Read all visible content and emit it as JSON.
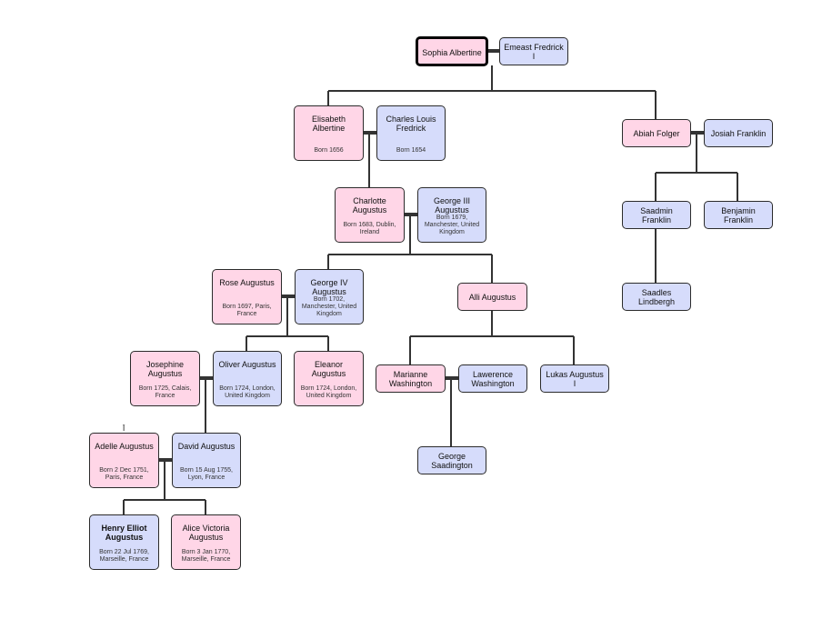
{
  "persons": [
    {
      "id": "sophia",
      "name": "Sophia Albertine",
      "birth": "",
      "gender": "f"
    },
    {
      "id": "ernest",
      "name": "Emeast Fredrick I",
      "birth": "",
      "gender": "m"
    },
    {
      "id": "elisabeth",
      "name": "Elisabeth Albertine",
      "birth": "Born 1656",
      "gender": "f"
    },
    {
      "id": "charles",
      "name": "Charles Louis Fredrick",
      "birth": "Born 1654",
      "gender": "m"
    },
    {
      "id": "abiah",
      "name": "Abiah Folger",
      "birth": "",
      "gender": "f"
    },
    {
      "id": "josiah",
      "name": "Josiah Franklin",
      "birth": "",
      "gender": "m"
    },
    {
      "id": "charlotte",
      "name": "Charlotte Augustus",
      "birth": "Born 1683, Dublin, Ireland",
      "gender": "f"
    },
    {
      "id": "george3",
      "name": "George III Augustus",
      "birth": "Born 1679, Manchester, United Kingdom",
      "gender": "m"
    },
    {
      "id": "saadmin",
      "name": "Saadmin Franklin",
      "birth": "",
      "gender": "m"
    },
    {
      "id": "benjamin",
      "name": "Benjamin Franklin",
      "birth": "",
      "gender": "m"
    },
    {
      "id": "rose",
      "name": "Rose Augustus",
      "birth": "Born 1697, Paris, France",
      "gender": "f"
    },
    {
      "id": "george4",
      "name": "George IV Augustus",
      "birth": "Born 1702, Manchester, United Kingdom",
      "gender": "m"
    },
    {
      "id": "alli",
      "name": "Alli Augustus",
      "birth": "",
      "gender": "f"
    },
    {
      "id": "saadles",
      "name": "Saadles Lindbergh",
      "birth": "",
      "gender": "m"
    },
    {
      "id": "josephine",
      "name": "Josephine Augustus",
      "birth": "Born 1725, Calais, France",
      "gender": "f"
    },
    {
      "id": "oliver",
      "name": "Oliver Augustus",
      "birth": "Born 1724, London, United Kingdom",
      "gender": "m"
    },
    {
      "id": "eleanor",
      "name": "Eleanor Augustus",
      "birth": "Born 1724, London, United Kingdom",
      "gender": "f"
    },
    {
      "id": "marianne",
      "name": "Marianne Washington",
      "birth": "",
      "gender": "f"
    },
    {
      "id": "lawerence",
      "name": "Lawerence Washington",
      "birth": "",
      "gender": "m"
    },
    {
      "id": "lukas",
      "name": "Lukas Augustus I",
      "birth": "",
      "gender": "m"
    },
    {
      "id": "adelle",
      "name": "Adelle Augustus",
      "birth": "Born 2 Dec 1751, Paris, France",
      "gender": "f"
    },
    {
      "id": "david",
      "name": "David Augustus",
      "birth": "Born 15 Aug 1755, Lyon, France",
      "gender": "m"
    },
    {
      "id": "georgesaad",
      "name": "George Saadington",
      "birth": "",
      "gender": "m"
    },
    {
      "id": "henry",
      "name": "Henry Elliot Augustus",
      "birth": "Born 22 Jul 1769, Marseille, France",
      "gender": "m"
    },
    {
      "id": "alice",
      "name": "Alice Victoria Augustus",
      "birth": "Born 3 Jan 1770, Marseille, France",
      "gender": "f"
    }
  ],
  "selected_person": "Sophia Albertine",
  "highlighted_person": "Henry Elliot Augustus",
  "marriages": [
    [
      "sophia",
      "ernest"
    ],
    [
      "elisabeth",
      "charles"
    ],
    [
      "abiah",
      "josiah"
    ],
    [
      "charlotte",
      "george3"
    ],
    [
      "rose",
      "george4"
    ],
    [
      "josephine",
      "oliver"
    ],
    [
      "marianne",
      "lawerence"
    ],
    [
      "adelle",
      "david"
    ]
  ],
  "parent_child": [
    {
      "parents": [
        "sophia",
        "ernest"
      ],
      "children": [
        "elisabeth",
        "abiah"
      ]
    },
    {
      "parents": [
        "elisabeth",
        "charles"
      ],
      "children": [
        "charlotte"
      ]
    },
    {
      "parents": [
        "abiah",
        "josiah"
      ],
      "children": [
        "saadmin",
        "benjamin"
      ]
    },
    {
      "parents": [
        "charlotte",
        "george3"
      ],
      "children": [
        "george4",
        "alli"
      ]
    },
    {
      "parents": [
        "saadmin"
      ],
      "children": [
        "saadles"
      ]
    },
    {
      "parents": [
        "rose",
        "george4"
      ],
      "children": [
        "oliver",
        "eleanor"
      ]
    },
    {
      "parents": [
        "alli"
      ],
      "children": [
        "marianne",
        "lukas"
      ]
    },
    {
      "parents": [
        "josephine",
        "oliver"
      ],
      "children": [
        "david"
      ]
    },
    {
      "parents": [
        "marianne",
        "lawerence"
      ],
      "children": [
        "georgesaad"
      ]
    },
    {
      "parents": [
        "adelle",
        "david"
      ],
      "children": [
        "henry",
        "alice"
      ]
    }
  ],
  "colors": {
    "female": "#ffd6e7",
    "male": "#d6dcfb",
    "border": "#2b2b2b",
    "line": "#333333"
  }
}
